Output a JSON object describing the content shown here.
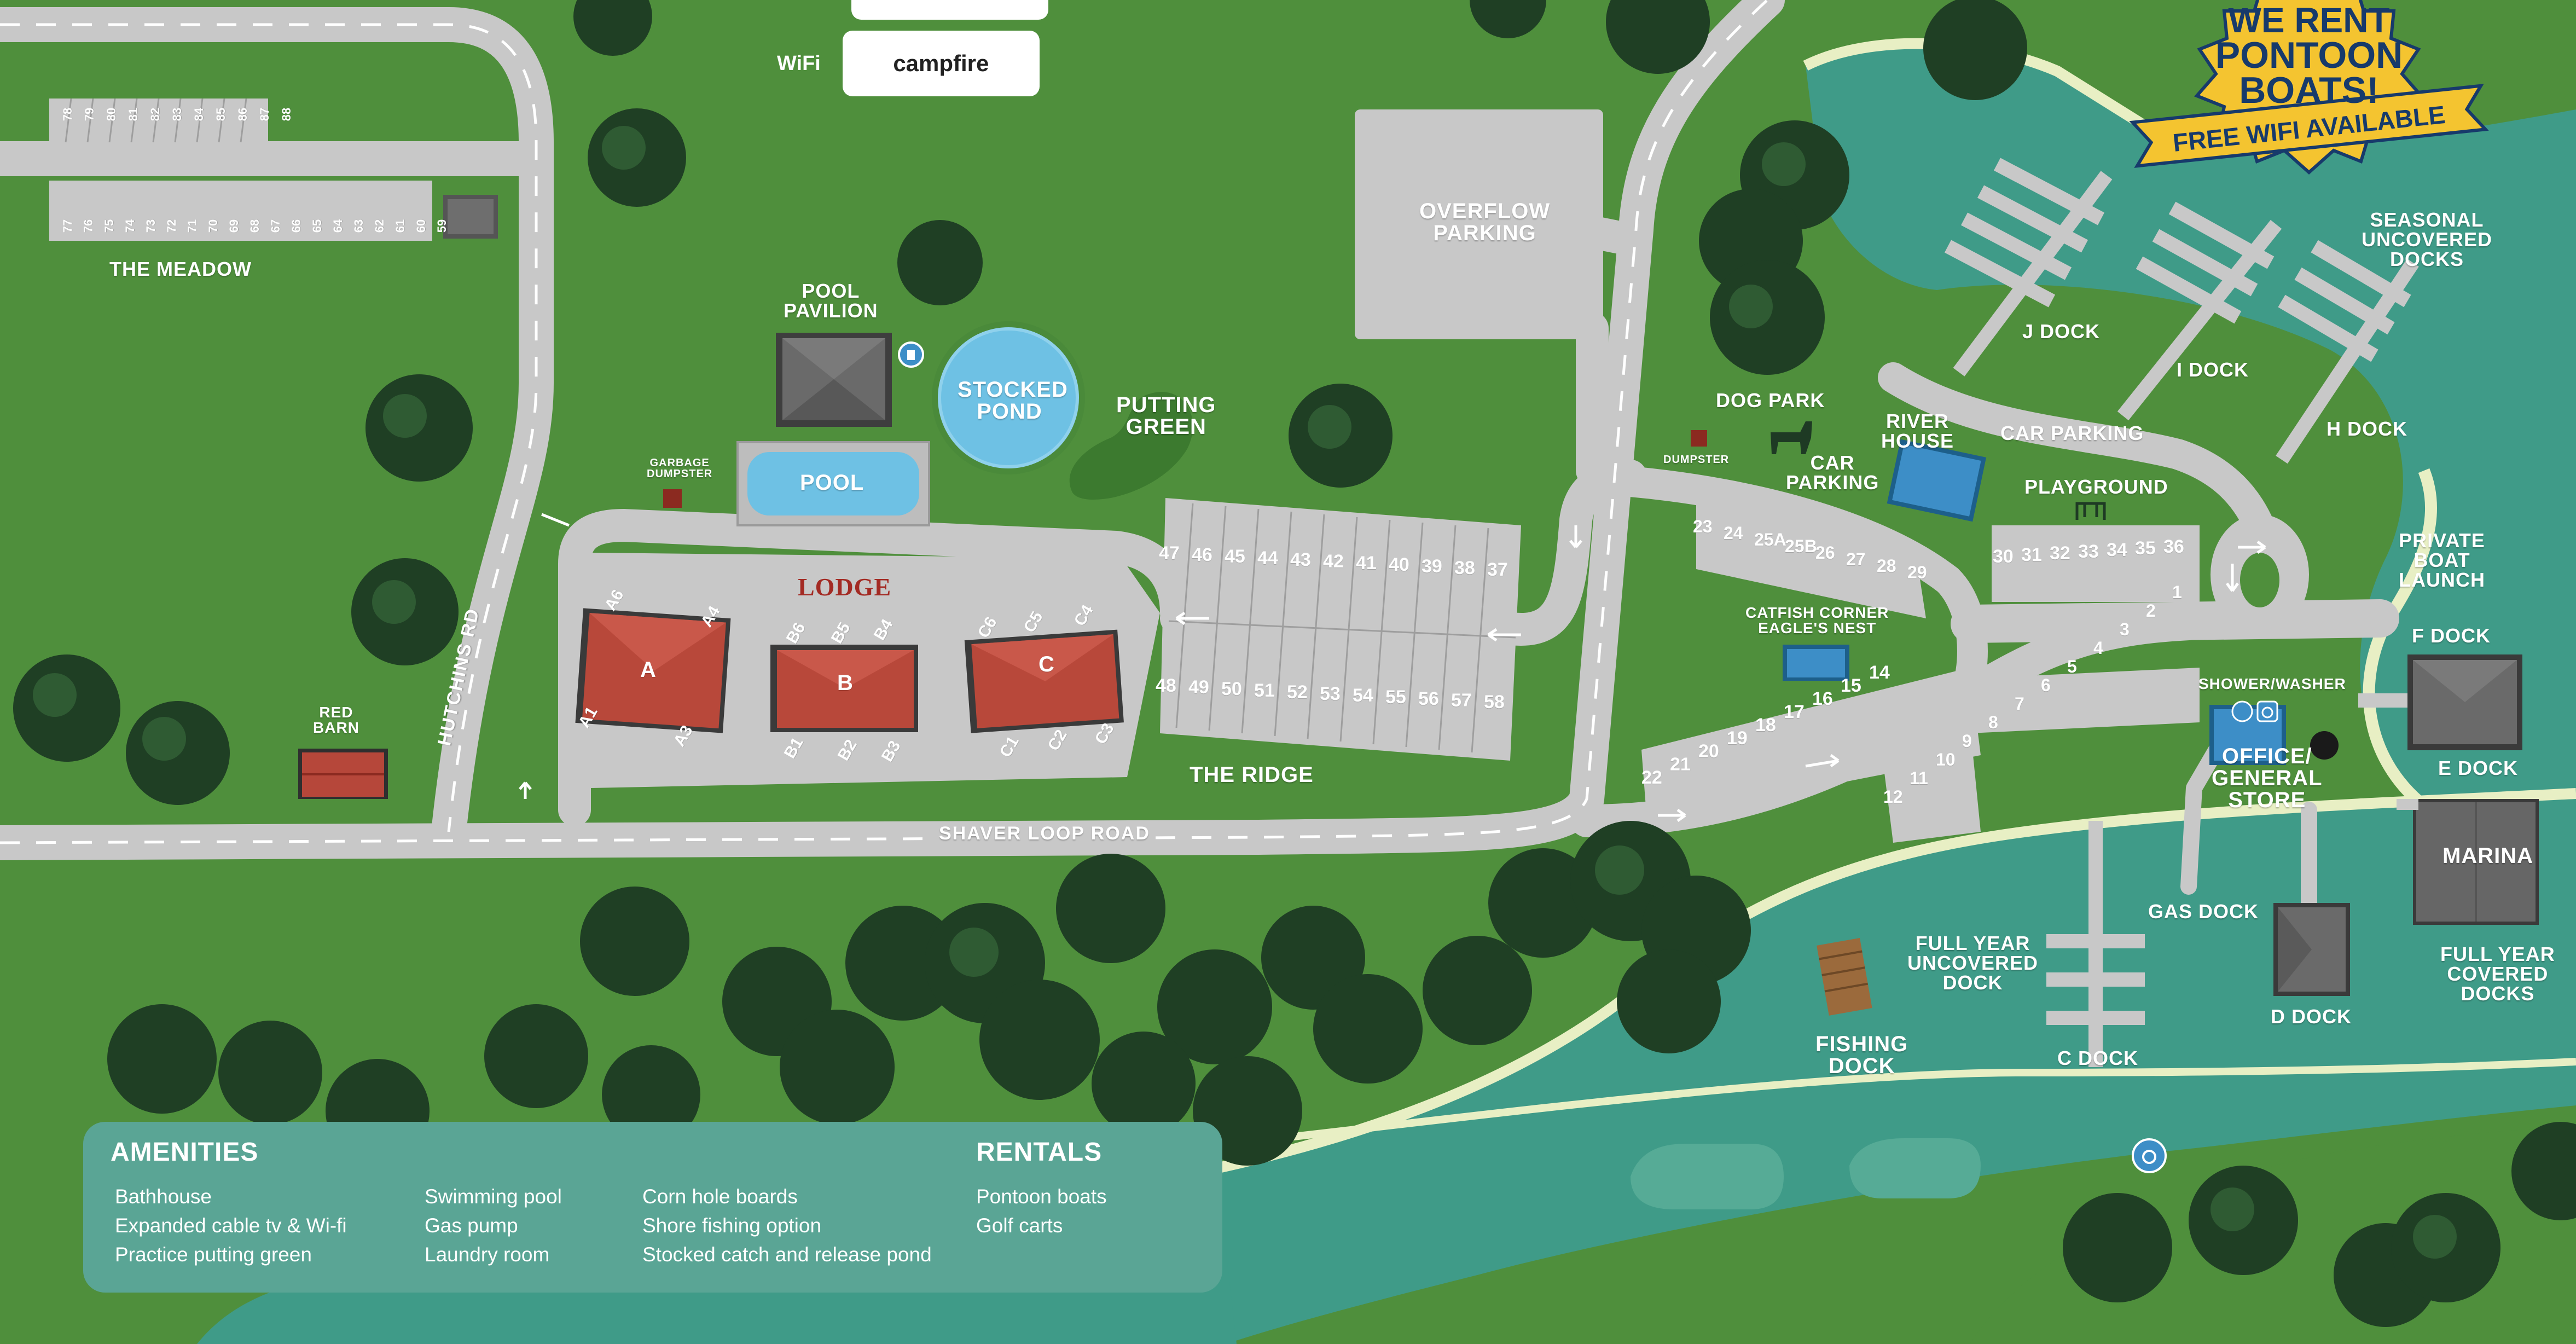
{
  "wifi": {
    "label": "WiFi",
    "network": "campfire"
  },
  "badge": {
    "line1": "WE RENT",
    "line2": "PONTOON",
    "line3": "BOATS!",
    "ribbon": "FREE WIFI AVAILABLE"
  },
  "areas": {
    "meadow": "THE MEADOW",
    "pool_pavilion": "POOL\nPAVILION",
    "stocked_pond": "STOCKED\nPOND",
    "putting_green": "PUTTING\nGREEN",
    "pool": "POOL",
    "garbage_dumpster": "GARBAGE\nDUMPSTER",
    "lodge": "LODGE",
    "red_barn": "RED\nBARN",
    "overflow_parking": "OVERFLOW\nPARKING",
    "the_ridge": "THE RIDGE",
    "dog_park": "DOG PARK",
    "dumpster": "DUMPSTER",
    "car_parking_1": "CAR\nPARKING",
    "river_house": "RIVER\nHOUSE",
    "car_parking_2": "CAR PARKING",
    "playground": "PLAYGROUND",
    "catfish": "CATFISH CORNER\nEAGLE'S NEST",
    "shower_washer": "SHOWER/WASHER",
    "office": "OFFICE/\nGENERAL\nSTORE",
    "j_dock": "J DOCK",
    "i_dock": "I DOCK",
    "h_dock": "H DOCK",
    "seasonal_docks": "SEASONAL\nUNCOVERED\nDOCKS",
    "private_launch": "PRIVATE\nBOAT\nLAUNCH",
    "f_dock": "F DOCK",
    "e_dock": "E DOCK",
    "marina": "MARINA",
    "full_year_covered": "FULL YEAR\nCOVERED\nDOCKS",
    "d_dock": "D DOCK",
    "gas_dock": "GAS DOCK",
    "c_dock": "C DOCK",
    "full_year_uncovered": "FULL YEAR\nUNCOVERED\nDOCK",
    "fishing_dock": "FISHING\nDOCK"
  },
  "roads": {
    "hutchins": "HUTCHINS RD",
    "shaver": "SHAVER LOOP ROAD"
  },
  "lodge_units": [
    "A",
    "B",
    "C"
  ],
  "lodge_rooms": [
    "A6",
    "A4",
    "A1",
    "A3",
    "B6",
    "B5",
    "B4",
    "B1",
    "B2",
    "B3",
    "C6",
    "C5",
    "C4",
    "C1",
    "C2",
    "C3"
  ],
  "sites": {
    "meadow_top": [
      "78",
      "79",
      "80",
      "81",
      "82",
      "83",
      "84",
      "85",
      "86",
      "87",
      "88"
    ],
    "meadow_bottom": [
      "77",
      "76",
      "75",
      "74",
      "73",
      "72",
      "71",
      "70",
      "69",
      "68",
      "67",
      "66",
      "65",
      "64",
      "63",
      "62",
      "61",
      "60",
      "59"
    ],
    "ridge_top": [
      "47",
      "46",
      "45",
      "44",
      "43",
      "42",
      "41",
      "40",
      "39",
      "38",
      "37"
    ],
    "ridge_bottom": [
      "48",
      "49",
      "50",
      "51",
      "52",
      "53",
      "54",
      "55",
      "56",
      "57",
      "58"
    ],
    "river_upper": [
      "23",
      "24",
      "25A",
      "25B",
      "26",
      "27",
      "28",
      "29"
    ],
    "river_mid": [
      "30",
      "31",
      "32",
      "33",
      "34",
      "35",
      "36"
    ],
    "river_lower_a": [
      "22",
      "21",
      "20",
      "19",
      "18",
      "17",
      "16",
      "15",
      "14"
    ],
    "river_lower_b": [
      "12",
      "11",
      "10",
      "9",
      "8",
      "7",
      "6",
      "5",
      "4",
      "3",
      "2",
      "1"
    ]
  },
  "amenities": {
    "heading": "AMENITIES",
    "col1": [
      "Bathhouse",
      "Expanded cable tv & Wi-fi",
      "Practice putting green"
    ],
    "col2": [
      "Swimming pool",
      "Gas pump",
      "Laundry room"
    ],
    "col3": [
      "Corn hole boards",
      "Shore fishing option",
      "Stocked catch and release pond"
    ]
  },
  "rentals": {
    "heading": "RENTALS",
    "items": [
      "Pontoon boats",
      "Golf carts"
    ]
  },
  "colors": {
    "grass": "#4f8f3c",
    "road": "#c8c8c8",
    "water": "#3f9b88",
    "building": "#5b5b5b",
    "lodge_roof": "#b8483a",
    "pond": "#6ec1e4",
    "panel": "#5aa595"
  }
}
